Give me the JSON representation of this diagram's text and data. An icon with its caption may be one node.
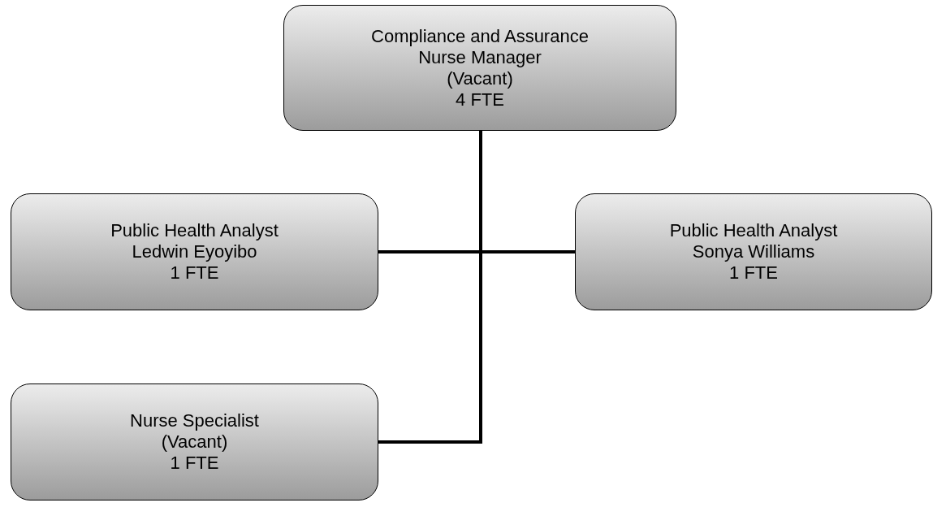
{
  "diagram": {
    "nodes": [
      {
        "text": [
          "Compliance and Assurance Nurse Manager",
          "(Vacant)",
          "4 FTE"
        ]
      },
      {
        "text": [
          "Public Health Analyst",
          "Ledwin Eyoyibo",
          "1 FTE"
        ]
      },
      {
        "text": [
          "Public Health Analyst",
          "Sonya Williams",
          "1 FTE"
        ]
      },
      {
        "text": [
          "Nurse Specialist",
          "(Vacant)",
          "1 FTE"
        ]
      }
    ],
    "edges": [
      {
        "from": 0,
        "to": 1,
        "arrow": "none"
      },
      {
        "from": 0,
        "to": 2,
        "arrow": "none"
      },
      {
        "from": 0,
        "to": 3,
        "arrow": "none"
      }
    ]
  }
}
